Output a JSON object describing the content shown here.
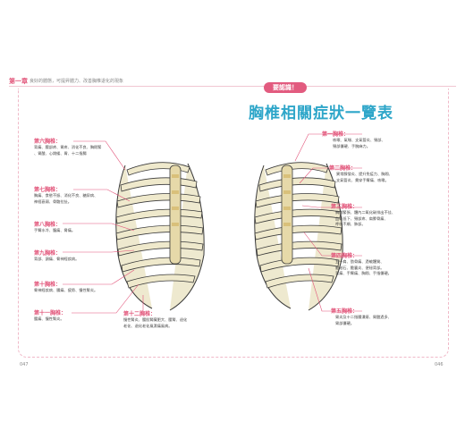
{
  "header": {
    "chapter": "第一章",
    "subtitle": "良好的體態，可提昇體力、改善胸椎退化的現象"
  },
  "badge": "要認識！",
  "title": "胸椎相關症狀一覽表",
  "left_items": [
    {
      "label": "第六胸椎：",
      "desc": "背痛、腰部疼、胃疼、消化不良、胸悶緊\n、胃酸、心跳緩、胃、十二指腸"
    },
    {
      "label": "第七胸椎：",
      "desc": "胸痛、食慾不振、消化不良、糖尿病、\n神經衰弱、骨骼拉扯。"
    },
    {
      "label": "第八胸椎：",
      "desc": "手臂水冷、腹痛、脅痛。"
    },
    {
      "label": "第九胸椎：",
      "desc": "背部、頭痛、脅神經疾病。"
    },
    {
      "label": "第十胸椎：",
      "desc": "脅神經疾病、腸痛、疲勞、慢性腎炎。"
    },
    {
      "label": "第十一胸椎：",
      "desc": "腰痛、慢性腎炎。"
    }
  ],
  "bottom_item": {
    "label": "第十二胸椎：",
    "desc": "慢性腎炎、腰肌腎臟肥大、腰腎、退化\n老化、退化老化風濕痛風病。"
  },
  "right_items": [
    {
      "label": "第一胸椎：",
      "desc": "咳嗽、氣喘、支氣管炎、頸部、\n頸部僵硬、手腕麻力。"
    },
    {
      "label": "第二胸椎：",
      "desc": "異常腺發炎、提升免疫力、胸悶、\n支氣管炎、貫穿手臂痛、咳嗽。"
    },
    {
      "label": "第三胸椎：",
      "desc": "胸悶緊張、體內二氧化碳排出不佳、\n血氧低下、頸部疼、肩胛骨痛、\n呼吸不順、肺部。"
    },
    {
      "label": "第四胸椎：",
      "desc": "五十肩、肋骨痛、過敏體質、\n膽結石、膽囊炎、便秘背部。\n背痛、手臂痛、胸悶、手指僵硬。"
    },
    {
      "label": "第五胸椎：",
      "desc": "胃炎及十二指腸潰瘍、胃酸過多、\n胃部僵硬。"
    }
  ],
  "page_left": "047",
  "page_right": "046",
  "colors": {
    "accent_pink": "#e2557a",
    "title_blue": "#2ea6c9"
  }
}
